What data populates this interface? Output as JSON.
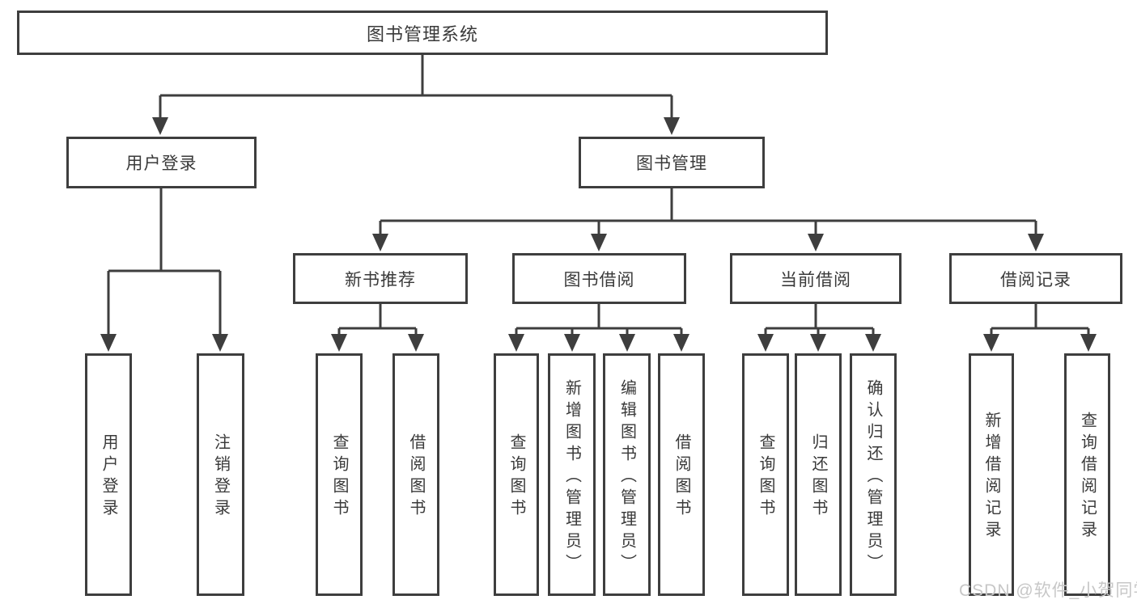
{
  "diagram": {
    "title": "图书管理系统",
    "root": {
      "label": "图书管理系统"
    },
    "level2": [
      {
        "label": "用户登录"
      },
      {
        "label": "图书管理"
      }
    ],
    "level3": [
      {
        "label": "新书推荐"
      },
      {
        "label": "图书借阅"
      },
      {
        "label": "当前借阅"
      },
      {
        "label": "借阅记录"
      }
    ],
    "leaves": {
      "user_login": [
        {
          "label": "用户登录"
        },
        {
          "label": "注销登录"
        }
      ],
      "new_book": [
        {
          "label": "查询图书"
        },
        {
          "label": "借阅图书"
        }
      ],
      "book_borrow": [
        {
          "label": "查询图书"
        },
        {
          "label": "新增图书（管理员）"
        },
        {
          "label": "编辑图书（管理员）"
        },
        {
          "label": "借阅图书"
        }
      ],
      "current_borrow": [
        {
          "label": "查询图书"
        },
        {
          "label": "归还图书"
        },
        {
          "label": "确认归还（管理员）"
        }
      ],
      "borrow_records": [
        {
          "label": "新增借阅记录"
        },
        {
          "label": "查询借阅记录"
        }
      ]
    },
    "watermark": "CSDN @软件_小贺同学",
    "colors": {
      "line": "#3e3e3e",
      "box_border": "#3e3e3e",
      "text": "#3a3a3a",
      "watermark": "#c7c7c7",
      "background": "#ffffff"
    }
  }
}
